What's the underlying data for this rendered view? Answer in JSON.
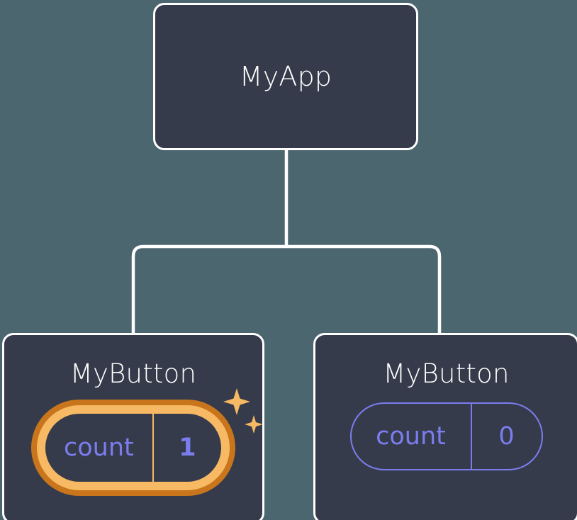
{
  "diagram": {
    "type": "component-tree",
    "title": "React component tree with state",
    "background_color": "#4c6670",
    "card_fill_color": "#353b4a",
    "card_border_color": "#ffffff",
    "connector_color": "#ffffff",
    "state_text_color": "#7b7dee",
    "highlight_outer_color": "#c8751c",
    "highlight_inner_color": "#f7b963",
    "sparkle_color": "#f7b963"
  },
  "root": {
    "name": "MyApp"
  },
  "children": [
    {
      "name": "MyButton",
      "state": {
        "key": "count",
        "value": "1"
      },
      "highlighted": true,
      "sparkle_icons": [
        "sparkle-large",
        "sparkle-small"
      ]
    },
    {
      "name": "MyButton",
      "state": {
        "key": "count",
        "value": "0"
      },
      "highlighted": false
    }
  ]
}
